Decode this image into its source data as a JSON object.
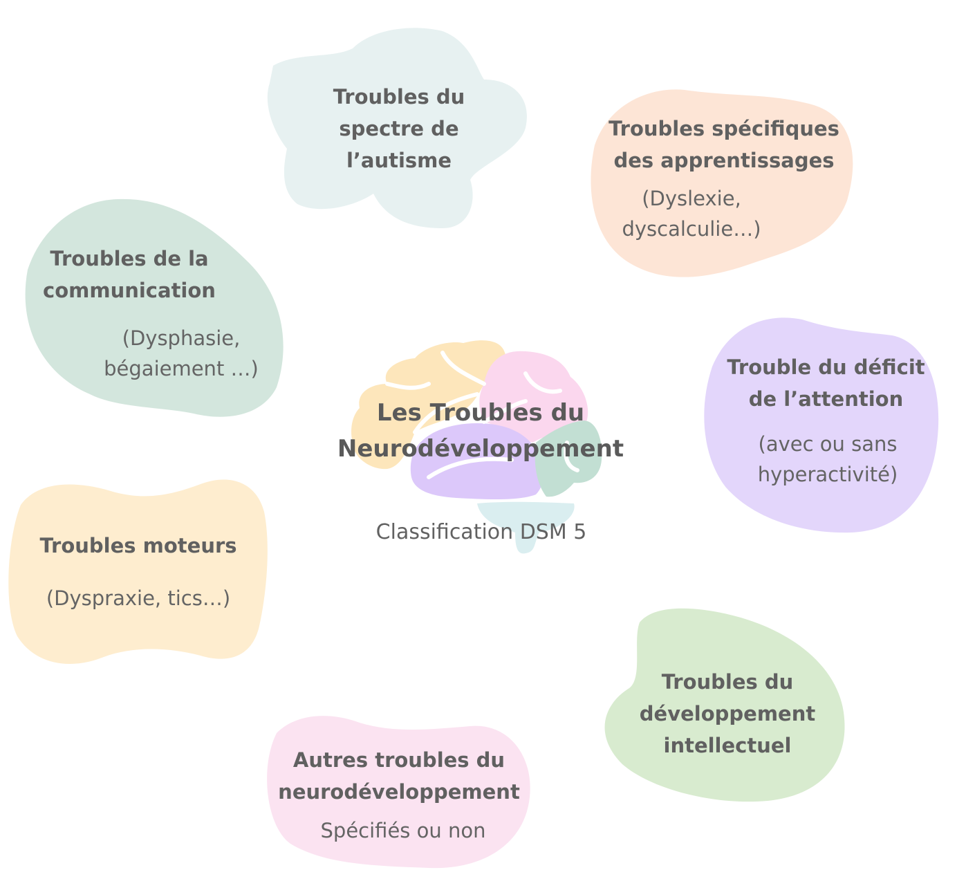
{
  "center": {
    "title_line1": "Les Troubles du",
    "title_line2": "Neurodéveloppement",
    "subtitle": "Classification DSM 5"
  },
  "categories": {
    "autism": {
      "line1": "Troubles du",
      "line2": "spectre de",
      "line3": "l’autisme",
      "color": "#e7f1f1"
    },
    "learning": {
      "line1": "Troubles spécifiques",
      "line2": "des apprentissages",
      "detail1": "(Dyslexie,",
      "detail2": "dyscalculie…)",
      "color": "#fde5d6"
    },
    "communication": {
      "line1": "Troubles de la",
      "line2": "communication",
      "detail1": "(Dysphasie,",
      "detail2": "bégaiement …)",
      "color": "#d3e6dd"
    },
    "adhd": {
      "line1": "Trouble du déficit",
      "line2": "de l’attention",
      "detail1": "(avec ou sans",
      "detail2": "hyperactivité)",
      "color": "#e3d6fb"
    },
    "motor": {
      "line1": "Troubles moteurs",
      "detail1": "(Dyspraxie, tics…)",
      "color": "#feedcf"
    },
    "intellectual": {
      "line1": "Troubles du",
      "line2": "développement",
      "line3": "intellectuel",
      "color": "#d8ebcf"
    },
    "other": {
      "line1": "Autres troubles du",
      "line2": "neurodéveloppement",
      "detail1": "Spécifiés ou non",
      "color": "#fbe3f1"
    }
  },
  "brain_colors": {
    "frontal": "#fde6bb",
    "parietal": "#fbd7ee",
    "temporal": "#dcc8fa",
    "occipital": "#c2dfd3",
    "cerebellum": "#daeef0"
  }
}
